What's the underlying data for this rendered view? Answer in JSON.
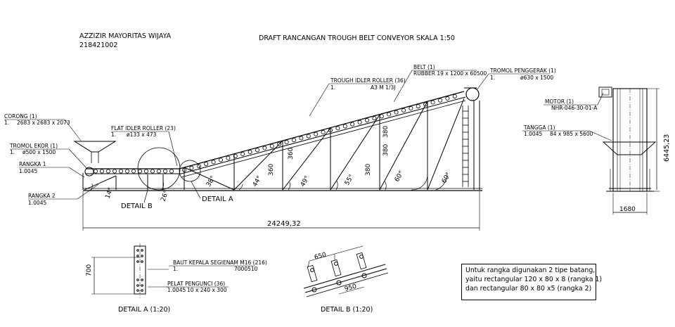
{
  "header": {
    "author_name": "AZZIZIR MAYORITAS WIJAYA",
    "author_id": "218421002",
    "title": "DRAFT RANCANGAN TROUGH BELT CONVEYOR SKALA 1:50"
  },
  "callouts": {
    "corong": {
      "name": "CORONG (1)",
      "qty": "1.",
      "spec": "2683 x 2683 x 2073"
    },
    "tromol_ekor": {
      "name": "TROMOL EKOR (1)",
      "qty": "1.",
      "spec": "ø500 x 1500"
    },
    "rangka1": {
      "name": "RANGKA 1",
      "spec": "1.0045"
    },
    "rangka2": {
      "name": "RANGKA 2",
      "spec": "1.0045"
    },
    "flat_idler": {
      "name": "FLAT IDLER ROLLER (23)",
      "qty": "1.",
      "spec": "ø133 x 473"
    },
    "trough_idler": {
      "name": "TROUGH IDLER ROLLER (36)",
      "qty": "1.",
      "spec": "A3 M 1/3J"
    },
    "belt": {
      "name": "BELT (1)",
      "spec": "RUBBER 19 x 1200 x 60500"
    },
    "tromol_penggerak": {
      "name": "TROMOL PENGGERAK (1)",
      "qty": "1.",
      "spec": "ø630 x 1500"
    },
    "motor": {
      "name": "MOTOR (1)",
      "spec": "NHR-046-30-01-A"
    },
    "tangga": {
      "name": "TANGGA (1)",
      "qty": "1.0045",
      "spec": "84 x 985 x 5600"
    },
    "baut": {
      "name": "BAUT KEPALA SEGIENAM M16 (216)",
      "qty": "1.",
      "spec": "7000510"
    },
    "pelat": {
      "name": "PELAT PENGUNCI (36)",
      "qty": "1.0045",
      "spec": "10 x 240 x 300"
    }
  },
  "dimensions": {
    "overall_length": "24249,32",
    "height": "6445,23",
    "width": "1680",
    "member_360_a": "360",
    "member_360_b": "360",
    "member_380_a": "380",
    "member_380_b": "380",
    "member_380_c": "380",
    "detail_a_700": "700",
    "detail_b_650": "650",
    "detail_b_950": "950"
  },
  "angles": {
    "a14": "14°",
    "a26": "26°",
    "a38": "38°",
    "a44": "44°",
    "a49": "49°",
    "a55": "55°",
    "a60a": "60°",
    "a60b": "60°"
  },
  "labels": {
    "detail_a": "DETAIL A",
    "detail_b": "DETAIL B",
    "detail_a_title": "DETAIL A (1:20)",
    "detail_b_title": "DETAIL B (1:20)"
  },
  "note": {
    "line1": "Untuk rangka digunakan 2 tipe batang,",
    "line2": "yaitu rectangular 120 x 80 x 8 (rangka 1)",
    "line3": "dan rectangular 80 x 80 x5 (rangka 2)"
  }
}
